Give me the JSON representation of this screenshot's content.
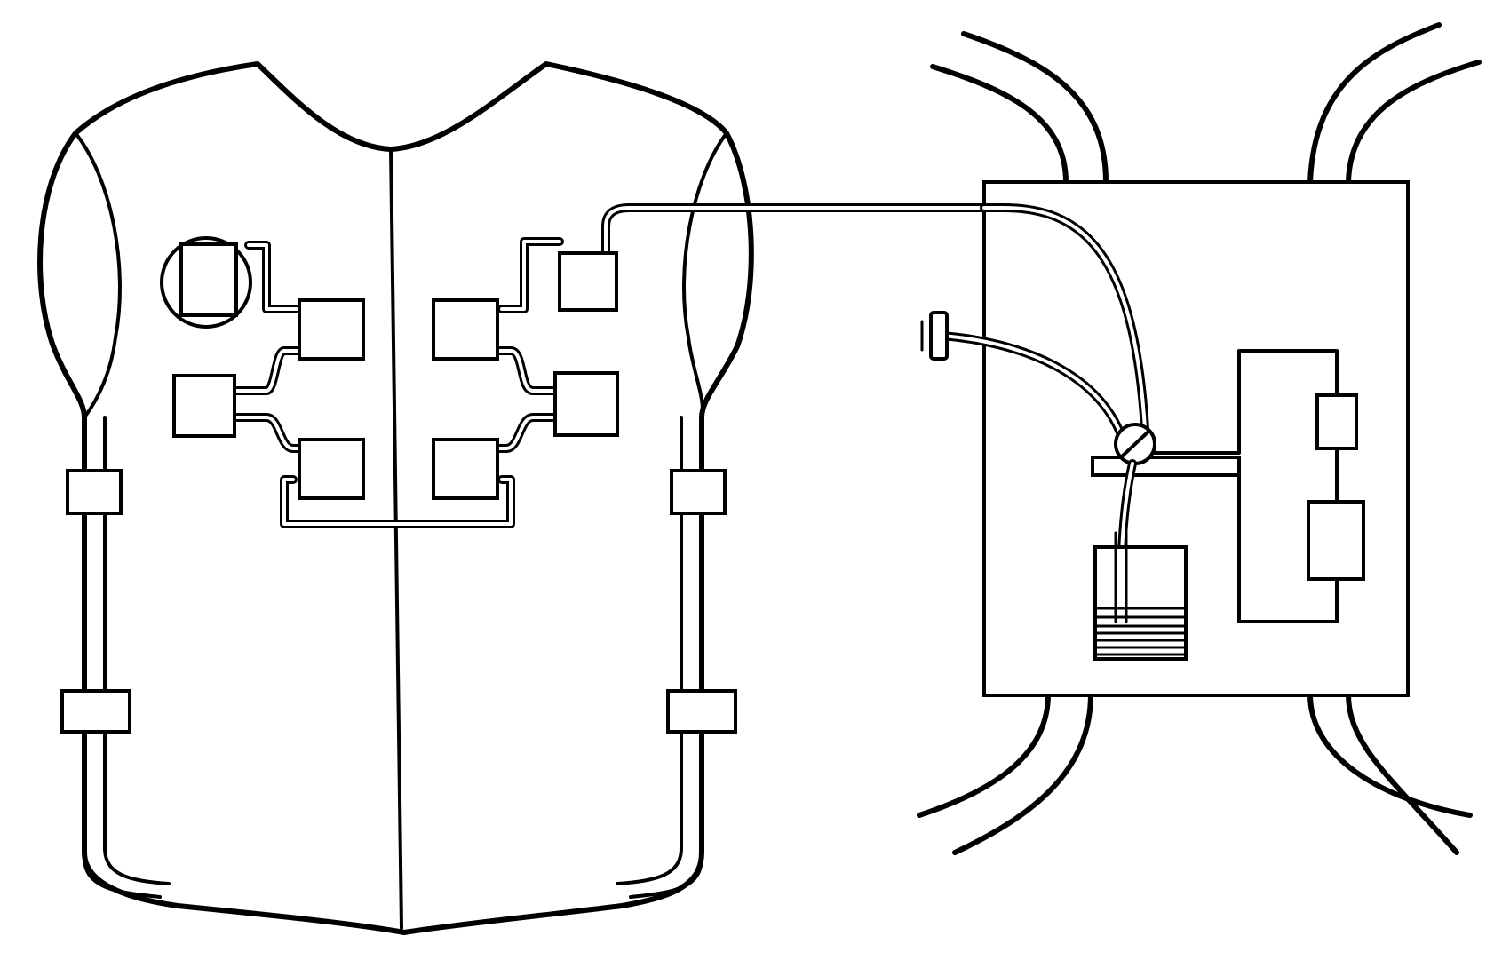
{
  "diagram": {
    "labels": [],
    "colors": {
      "stroke": "#000000",
      "background": "#ffffff"
    },
    "components": {
      "vest_pads_left": 4,
      "vest_pads_right": 4,
      "side_buckles_per_side": 2
    }
  }
}
